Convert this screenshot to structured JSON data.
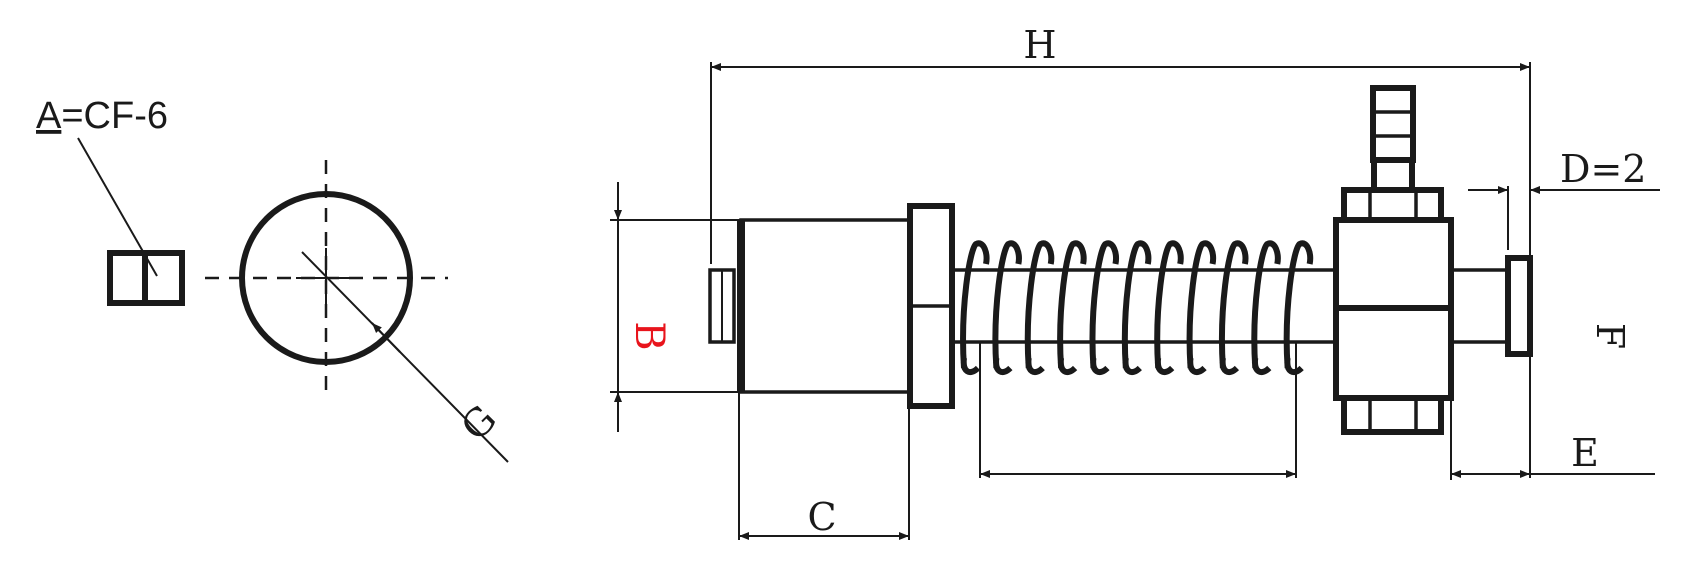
{
  "labels": {
    "a_prefix": "A",
    "a_value": "=CF-6",
    "g": "G",
    "h": "H",
    "b": "B",
    "c": "C",
    "d": "D=2",
    "e": "E",
    "f": "F"
  },
  "colors": {
    "line": "#1a1a1a",
    "highlight": "#e8141c"
  }
}
